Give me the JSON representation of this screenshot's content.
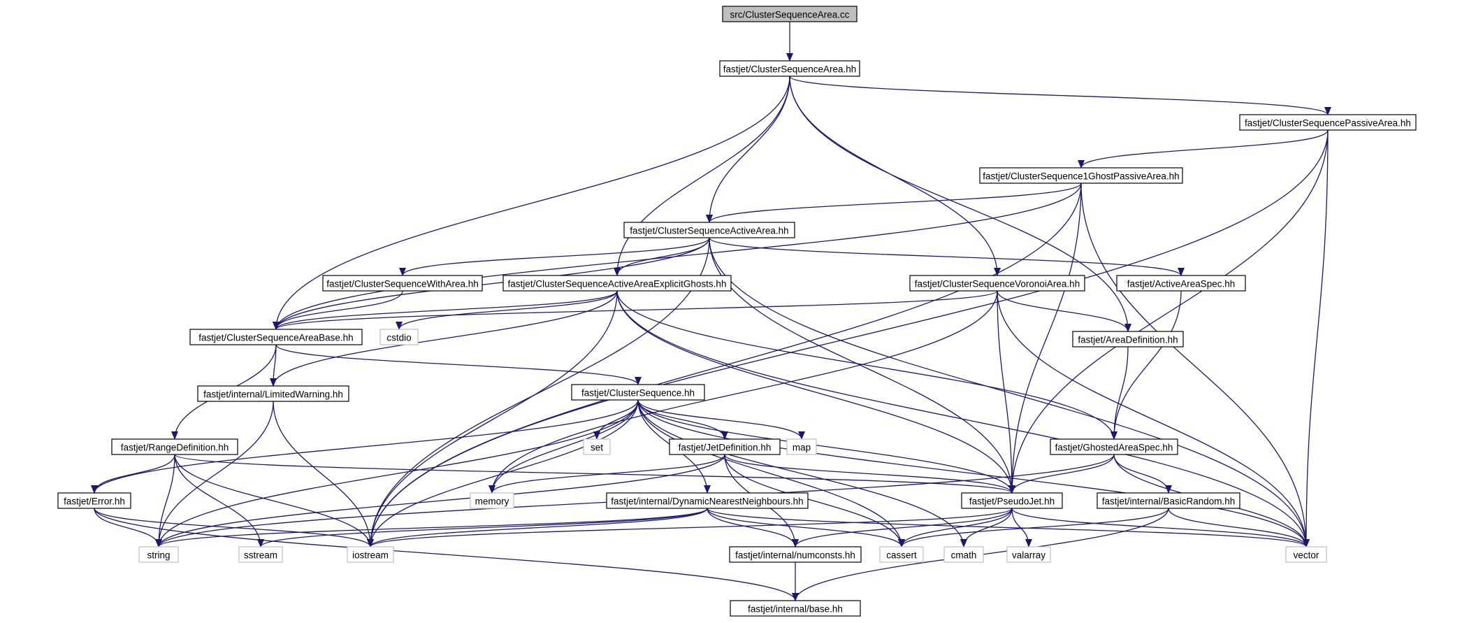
{
  "colors": {
    "edge": "#191970",
    "node_border": "#000000",
    "system_border": "#bfbfbf",
    "root_fill": "#bfbfbf",
    "node_fill": "#ffffff"
  },
  "nodes": [
    {
      "id": "root",
      "label": "src/ClusterSequenceArea.cc",
      "kind": "root"
    },
    {
      "id": "csa",
      "label": "fastjet/ClusterSequenceArea.hh",
      "kind": "header"
    },
    {
      "id": "cspa",
      "label": "fastjet/ClusterSequencePassiveArea.hh",
      "kind": "header"
    },
    {
      "id": "cs1g",
      "label": "fastjet/ClusterSequence1GhostPassiveArea.hh",
      "kind": "header"
    },
    {
      "id": "csaa",
      "label": "fastjet/ClusterSequenceActiveArea.hh",
      "kind": "header"
    },
    {
      "id": "cswa",
      "label": "fastjet/ClusterSequenceWithArea.hh",
      "kind": "header"
    },
    {
      "id": "csaaeg",
      "label": "fastjet/ClusterSequenceActiveAreaExplicitGhosts.hh",
      "kind": "header"
    },
    {
      "id": "csva",
      "label": "fastjet/ClusterSequenceVoronoiArea.hh",
      "kind": "header"
    },
    {
      "id": "aas",
      "label": "fastjet/ActiveAreaSpec.hh",
      "kind": "header"
    },
    {
      "id": "csab",
      "label": "fastjet/ClusterSequenceAreaBase.hh",
      "kind": "header"
    },
    {
      "id": "cstdio",
      "label": "cstdio",
      "kind": "system"
    },
    {
      "id": "ad",
      "label": "fastjet/AreaDefinition.hh",
      "kind": "header"
    },
    {
      "id": "lw",
      "label": "fastjet/internal/LimitedWarning.hh",
      "kind": "header"
    },
    {
      "id": "cs",
      "label": "fastjet/ClusterSequence.hh",
      "kind": "header"
    },
    {
      "id": "rd",
      "label": "fastjet/RangeDefinition.hh",
      "kind": "header"
    },
    {
      "id": "set",
      "label": "set",
      "kind": "system"
    },
    {
      "id": "jd",
      "label": "fastjet/JetDefinition.hh",
      "kind": "header"
    },
    {
      "id": "map",
      "label": "map",
      "kind": "system"
    },
    {
      "id": "gas",
      "label": "fastjet/GhostedAreaSpec.hh",
      "kind": "header"
    },
    {
      "id": "err",
      "label": "fastjet/Error.hh",
      "kind": "header"
    },
    {
      "id": "memory",
      "label": "memory",
      "kind": "system"
    },
    {
      "id": "dnn",
      "label": "fastjet/internal/DynamicNearestNeighbours.hh",
      "kind": "header"
    },
    {
      "id": "pj",
      "label": "fastjet/PseudoJet.hh",
      "kind": "header"
    },
    {
      "id": "br",
      "label": "fastjet/internal/BasicRandom.hh",
      "kind": "header"
    },
    {
      "id": "string",
      "label": "string",
      "kind": "system"
    },
    {
      "id": "sstream",
      "label": "sstream",
      "kind": "system"
    },
    {
      "id": "iostream",
      "label": "iostream",
      "kind": "system"
    },
    {
      "id": "nc",
      "label": "fastjet/internal/numconsts.hh",
      "kind": "header"
    },
    {
      "id": "cassert",
      "label": "cassert",
      "kind": "system"
    },
    {
      "id": "cmath",
      "label": "cmath",
      "kind": "system"
    },
    {
      "id": "valarray",
      "label": "valarray",
      "kind": "system"
    },
    {
      "id": "vector",
      "label": "vector",
      "kind": "system"
    },
    {
      "id": "base",
      "label": "fastjet/internal/base.hh",
      "kind": "header"
    }
  ]
}
